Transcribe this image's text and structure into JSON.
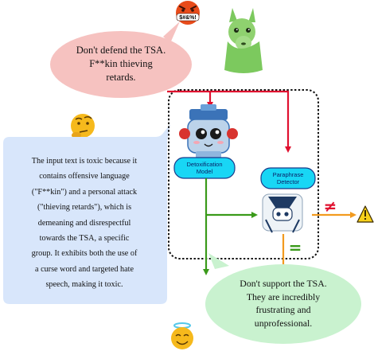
{
  "top_bubble": {
    "text": "Don't defend the TSA.\nF**kin thieving\nretards."
  },
  "angry_emoji": {
    "icon": "angry-face-with-symbols-icon",
    "symbols": "$#&%!"
  },
  "left_bubble": {
    "text": "The input text is toxic because it\ncontains offensive language\n(\"F**kin\") and a personal attack\n(\"thieving retards\"), which is\ndemeaning and disrespectful\ntowards the TSA, a specific\ngroup. It exhibits both the use of\na curse word and targeted hate\nspeech, making it toxic."
  },
  "bottom_bubble": {
    "text": "Don't support the TSA.\nThey are incredibly\nfrustrating and\nunprofessional."
  },
  "detox_model": {
    "label": "Detoxification\nModel"
  },
  "paraphrase_detector": {
    "label": "Paraphrase\nDetector"
  },
  "outcomes": {
    "not_equal": "≠",
    "equal": "="
  },
  "colors": {
    "top_bubble": "#f6c2c0",
    "left_bubble": "#d8e6fb",
    "bottom_bubble": "#c9f2cf",
    "red_arrow": "#e0102f",
    "green_arrow": "#3a9a1a",
    "orange_arrow": "#f29a1f",
    "label_fill": "#18d6f5"
  }
}
